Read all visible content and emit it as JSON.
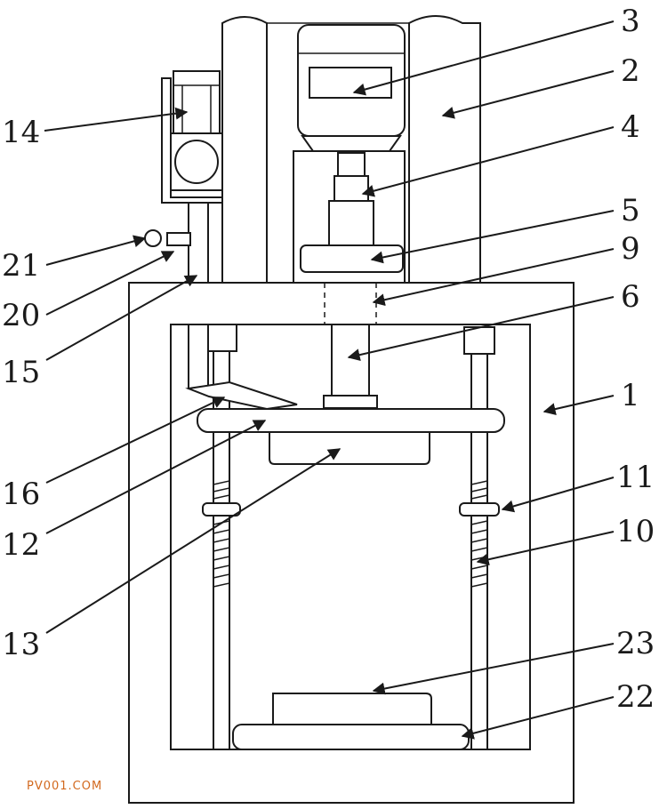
{
  "labels": {
    "l1": "1",
    "l2": "2",
    "l3": "3",
    "l4": "4",
    "l5": "5",
    "l6": "6",
    "l9": "9",
    "l10": "10",
    "l11": "11",
    "l12": "12",
    "l13": "13",
    "l14": "14",
    "l15": "15",
    "l16": "16",
    "l20": "20",
    "l21": "21",
    "l22": "22",
    "l23": "23"
  },
  "watermark": "PV001.COM"
}
